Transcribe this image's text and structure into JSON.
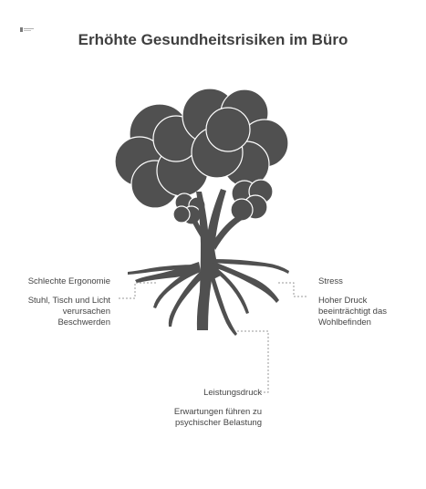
{
  "title": "Erhöhte Gesundheitsrisiken im Büro",
  "left": {
    "heading": "Schlechte Ergonomie",
    "line1": "Stuhl, Tisch und Licht",
    "line2": "verursachen",
    "line3": "Beschwerden"
  },
  "right": {
    "heading": "Stress",
    "line1": "Hoher Druck",
    "line2": "beeinträchtigt das",
    "line3": "Wohlbefinden"
  },
  "bottom": {
    "heading": "Leistungsdruck",
    "line1": "Erwartungen führen zu",
    "line2": "psychischer Belastung"
  },
  "colors": {
    "tree": "#505050",
    "tree_outline": "#ffffff",
    "connector": "#9a9a9a"
  }
}
